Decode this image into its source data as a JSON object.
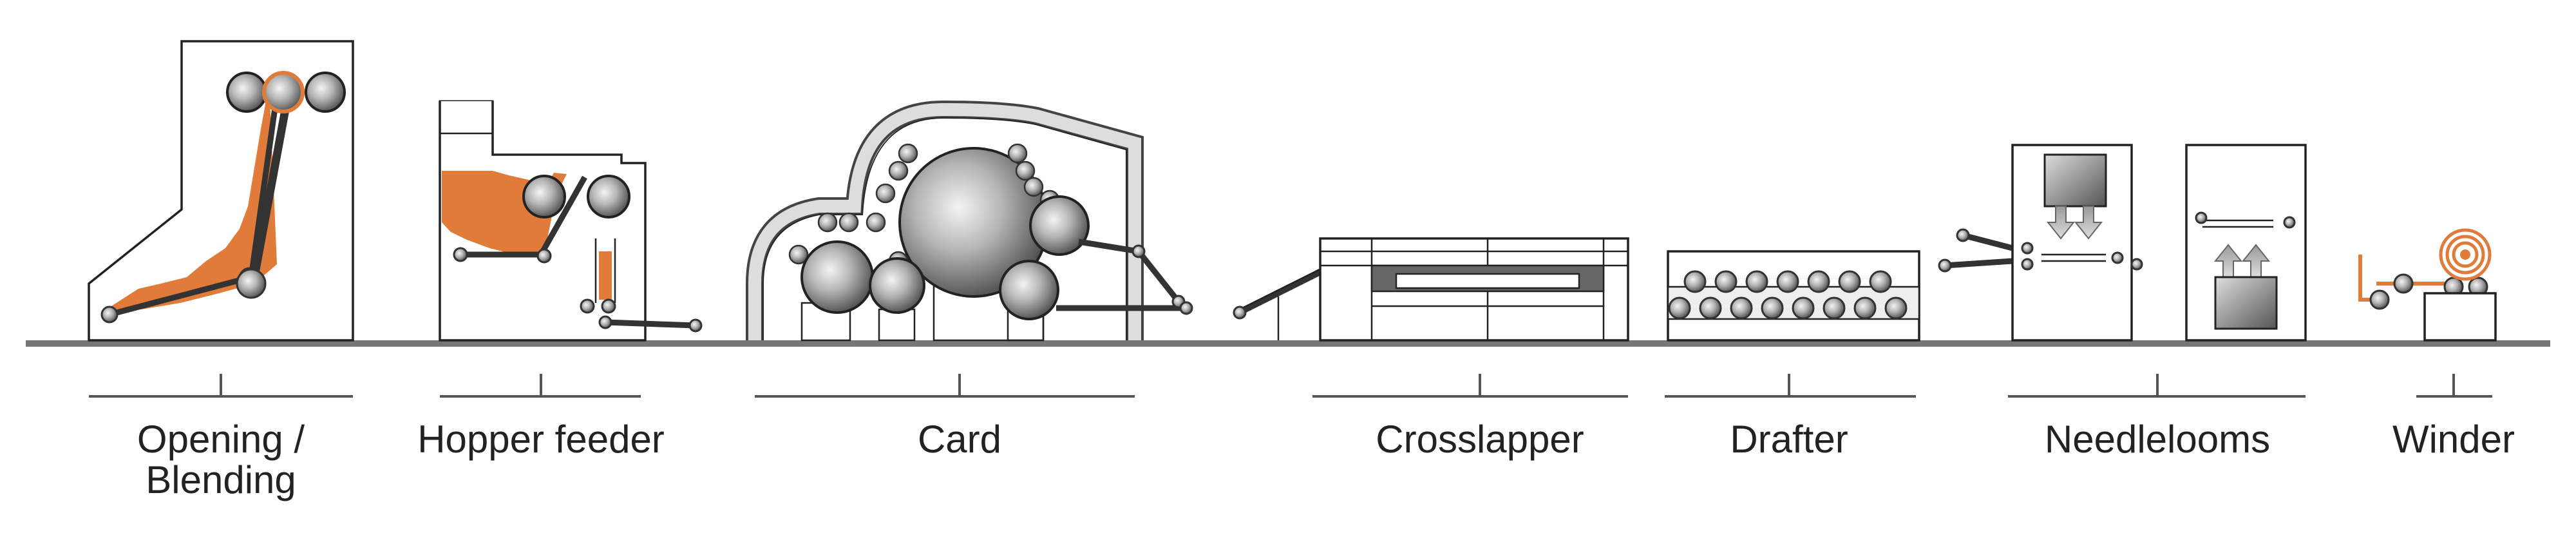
{
  "labels": {
    "opening_line1": "Opening /",
    "opening_line2": "Blending",
    "hopper": "Hopper feeder",
    "card": "Card",
    "crosslapper": "Crosslapper",
    "drafter": "Drafter",
    "needlelooms": "Needlelooms",
    "winder": "Winder"
  },
  "colors": {
    "fiber": "#e07b39",
    "machine_gray": "#9a9a9a",
    "line": "#333333"
  }
}
